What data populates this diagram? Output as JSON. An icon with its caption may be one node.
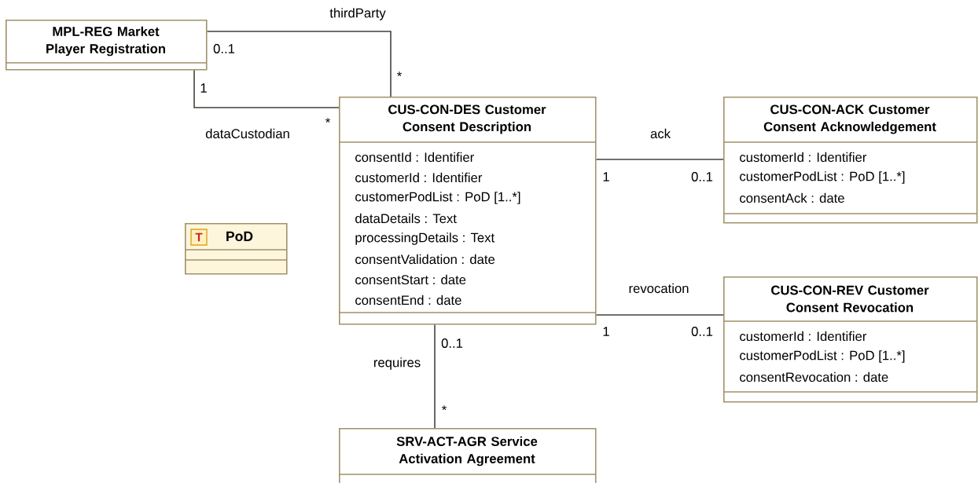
{
  "diagram": {
    "nodes": [
      {
        "text": [
          "MPL-REG Market Player Registration"
        ]
      },
      {
        "text": [
          "CUS-CON-DES Customer Consent Description",
          "consentId : Identifier",
          "customerId : Identifier",
          "customerPodList : PoD [1..*]",
          "dataDetails : Text",
          "processingDetails : Text",
          "consentValidation : date",
          "consentStart : date",
          "consentEnd : date"
        ]
      },
      {
        "text": [
          "CUS-CON-ACK Customer Consent Acknowledgement",
          "customerId : Identifier",
          "customerPodList : PoD [1..*]",
          "consentAck : date"
        ]
      },
      {
        "text": [
          "T",
          "PoD"
        ]
      },
      {
        "text": [
          "CUS-CON-REV Customer Consent Revocation",
          "customerId : Identifier",
          "customerPodList : PoD [1..*]",
          "consentRevocation : date"
        ]
      },
      {
        "text": [
          "SRV-ACT-AGR Service Activation Agreement"
        ]
      }
    ],
    "edges": [
      {
        "from": 0,
        "to": 1,
        "arrow": "none",
        "label": "thirdParty"
      },
      {
        "from": 0,
        "to": 1,
        "arrow": "none",
        "label": "dataCustodian"
      },
      {
        "from": 1,
        "to": 2,
        "arrow": "none",
        "label": "ack"
      },
      {
        "from": 1,
        "to": 4,
        "arrow": "none",
        "label": "revocation"
      },
      {
        "from": 1,
        "to": 5,
        "arrow": "none",
        "label": "requires"
      }
    ],
    "labels": [
      "0..1",
      "*",
      "1",
      "*",
      "1",
      "0..1",
      "1",
      "0..1",
      "0..1",
      "*"
    ]
  }
}
